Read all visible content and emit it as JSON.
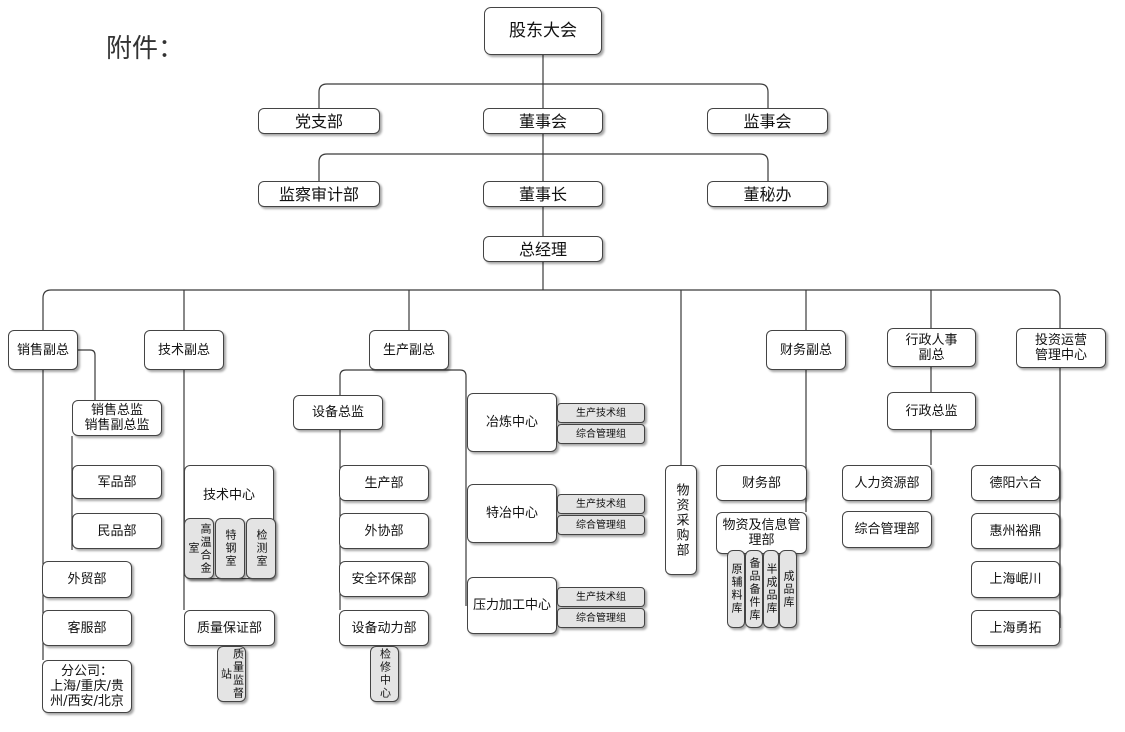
{
  "attachment_label": "附件：",
  "top": {
    "shareholders": "股东大会"
  },
  "level2": {
    "party": "党支部",
    "board": "董事会",
    "supervisors": "监事会"
  },
  "level3": {
    "audit": "监察审计部",
    "chairman": "董事长",
    "secretary": "董秘办"
  },
  "gm": "总经理",
  "sales": {
    "vp": "销售副总",
    "director": "销售总监\n销售副总监",
    "military": "军品部",
    "civil": "民品部",
    "foreign_trade": "外贸部",
    "customer_service": "客服部",
    "branches": "分公司：\n上海/重庆/贵州/西安/北京"
  },
  "tech": {
    "vp": "技术副总",
    "center": "技术中心",
    "labs": [
      "高温合金室",
      "特钢室",
      "检测室"
    ],
    "quality": "质量保证部",
    "quality_station": "质量监督站"
  },
  "production": {
    "vp": "生产副总",
    "equipment_director": "设备总监",
    "depts": [
      "生产部",
      "外协部",
      "安全环保部",
      "设备动力部"
    ],
    "repair": "检修中心",
    "centers": [
      {
        "name": "冶炼中心",
        "groups": [
          "生产技术组",
          "综合管理组"
        ]
      },
      {
        "name": "特冶中心",
        "groups": [
          "生产技术组",
          "综合管理组"
        ]
      },
      {
        "name": "压力加工中心",
        "groups": [
          "生产技术组",
          "综合管理组"
        ]
      }
    ]
  },
  "procurement": "物资采购部",
  "finance": {
    "vp": "财务副总",
    "dept": "财务部",
    "materials": "物资及信息管理部",
    "warehouses": [
      "原辅料库",
      "备品备件库",
      "半成品库",
      "成品库"
    ]
  },
  "admin": {
    "vp": "行政人事\n副总",
    "director": "行政总监",
    "hr": "人力资源部",
    "general": "综合管理部"
  },
  "investment": {
    "center": "投资运营\n管理中心",
    "companies": [
      "德阳六合",
      "惠州裕鼎",
      "上海岷川",
      "上海勇拓"
    ]
  }
}
